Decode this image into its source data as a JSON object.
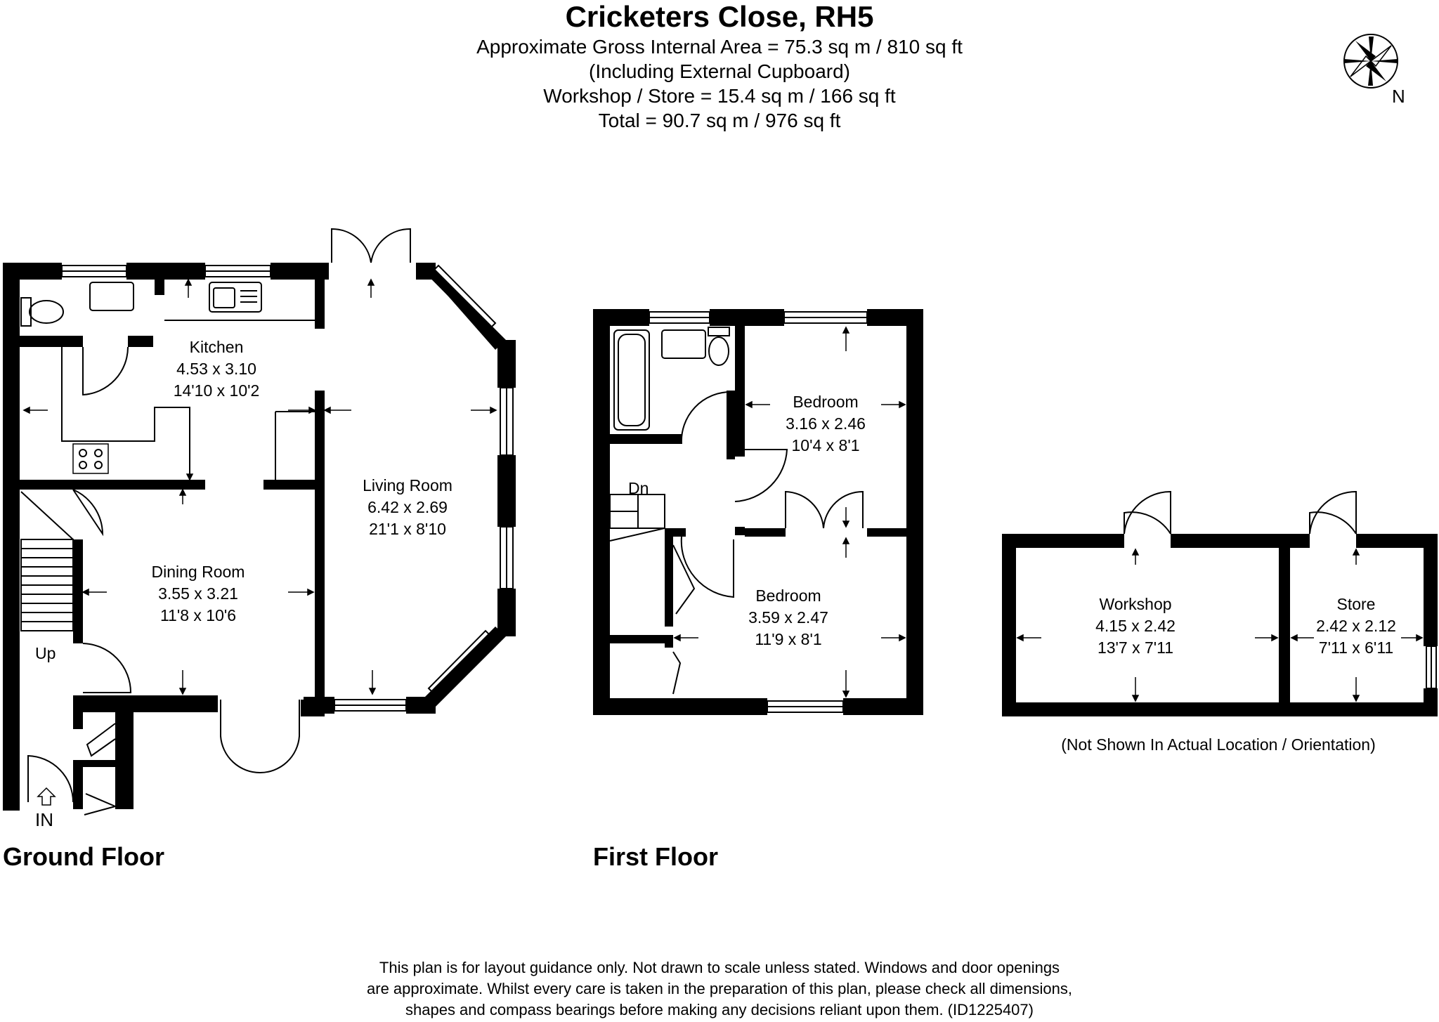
{
  "header": {
    "title": "Cricketers Close, RH5",
    "lines": [
      "Approximate Gross Internal Area = 75.3 sq m / 810 sq ft",
      "(Including External Cupboard)",
      "Workshop / Store = 15.4 sq m / 166 sq ft",
      "Total = 90.7 sq m / 976 sq ft"
    ]
  },
  "compass": {
    "label": "N"
  },
  "floors": {
    "ground": {
      "label": "Ground Floor",
      "rooms": {
        "kitchen": {
          "name": "Kitchen",
          "metric": "4.53 x 3.10",
          "imperial": "14'10 x 10'2"
        },
        "living": {
          "name": "Living Room",
          "metric": "6.42 x 2.69",
          "imperial": "21'1 x 8'10"
        },
        "dining": {
          "name": "Dining Room",
          "metric": "3.55 x 3.21",
          "imperial": "11'8 x 10'6"
        }
      },
      "stairs_label": "Up",
      "entrance_label": "IN"
    },
    "first": {
      "label": "First Floor",
      "rooms": {
        "bedroom1": {
          "name": "Bedroom",
          "metric": "3.16 x 2.46",
          "imperial": "10'4 x 8'1"
        },
        "bedroom2": {
          "name": "Bedroom",
          "metric": "3.59 x 2.47",
          "imperial": "11'9 x 8'1"
        }
      },
      "stairs_label": "Dn"
    },
    "outbuildings": {
      "rooms": {
        "workshop": {
          "name": "Workshop",
          "metric": "4.15 x 2.42",
          "imperial": "13'7 x 7'11"
        },
        "store": {
          "name": "Store",
          "metric": "2.42 x 2.12",
          "imperial": "7'11 x 6'11"
        }
      },
      "note": "(Not Shown In Actual Location / Orientation)"
    }
  },
  "disclaimer": [
    "This plan is for layout guidance only. Not drawn to scale unless stated. Windows and door openings",
    "are approximate. Whilst every care is taken in the preparation of this plan, please check all dimensions,",
    "shapes and compass bearings before making any decisions reliant upon them. (ID1225407)"
  ]
}
